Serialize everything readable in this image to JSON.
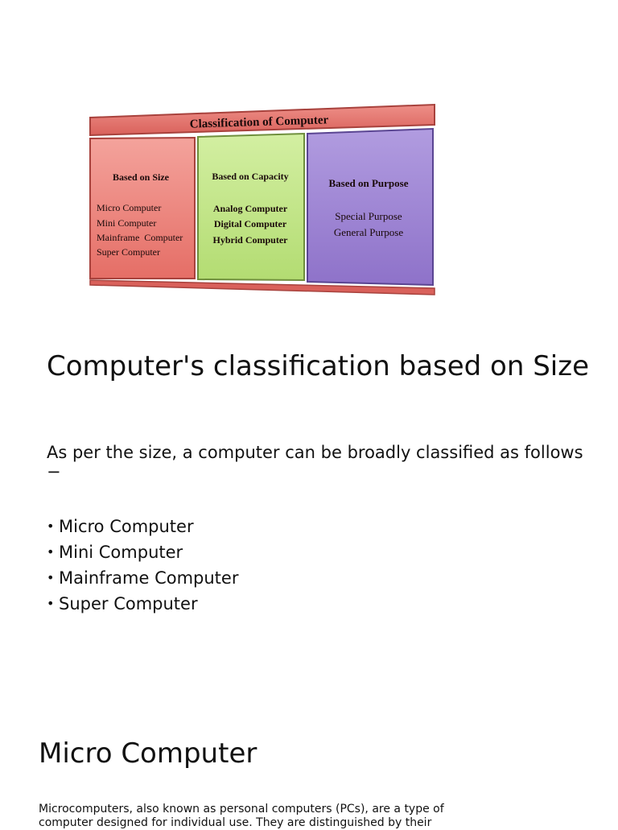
{
  "diagram": {
    "title": "Classification of Computer",
    "columns": [
      {
        "heading": "Based on Size",
        "items": [
          "Micro Computer",
          "Mini Computer",
          "Mainframe  Computer",
          "Super Computer"
        ],
        "color": "#ee8479"
      },
      {
        "heading": "Based on Capacity",
        "items": [
          "Analog Computer",
          "Digital Computer",
          "Hybrid Computer"
        ],
        "color": "#c4e58a"
      },
      {
        "heading": "Based on Purpose",
        "items": [
          "Special Purpose",
          "General Purpose"
        ],
        "color": "#a186d6"
      }
    ],
    "banner_color": "#e06f6b"
  },
  "section1": {
    "heading": "Computer's classification based on Size",
    "intro": "As per the size, a computer can be broadly classified as follows −",
    "bullets": [
      "Micro Computer",
      "Mini Computer",
      "Mainframe Computer",
      "Super Computer"
    ]
  },
  "section2": {
    "heading": "Micro Computer",
    "paragraph": "Microcomputers, also known as personal computers (PCs), are a type of computer designed for individual use. They are distinguished by their"
  }
}
